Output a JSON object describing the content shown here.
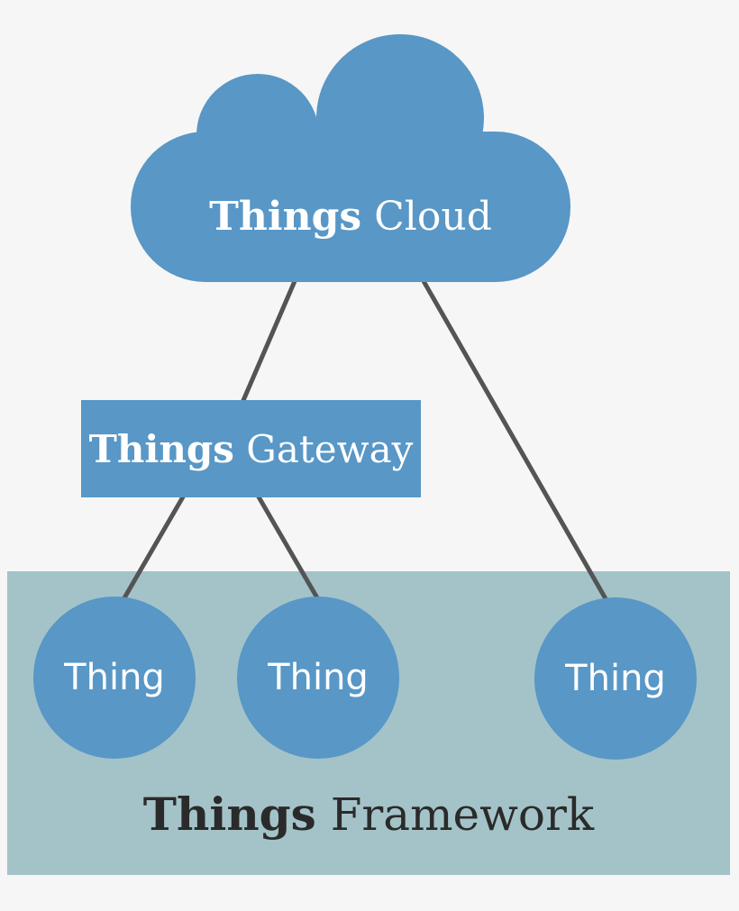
{
  "colors": {
    "page_bg": "#f6f6f6",
    "accent_blue": "#5897c6",
    "framework_teal": "#a3c3c8",
    "connector_gray": "#545454",
    "text_light": "#ffffff",
    "text_dark": "#2b2a2a"
  },
  "cloud": {
    "name_bold": "Things",
    "name_regular": "Cloud"
  },
  "gateway": {
    "name_bold": "Things",
    "name_regular": "Gateway"
  },
  "things": [
    {
      "label": "Thing"
    },
    {
      "label": "Thing"
    },
    {
      "label": "Thing"
    }
  ],
  "framework": {
    "name_bold": "Things",
    "name_regular": "Framework"
  }
}
